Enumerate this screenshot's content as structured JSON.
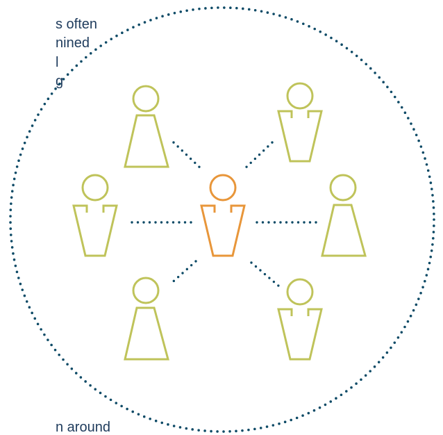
{
  "text_fragments": [
    "s often",
    "nined",
    "l",
    "g",
    "n around"
  ],
  "colors": {
    "text": "#1e3b5c",
    "dots": "#0d4a66",
    "peer_figure": "#bfc35a",
    "center_figure": "#e8963a",
    "background": "#ffffff"
  },
  "figures": [
    {
      "role": "center",
      "icon": "person-icon"
    },
    {
      "role": "peer",
      "icon": "person-icon"
    },
    {
      "role": "peer",
      "icon": "person-icon"
    },
    {
      "role": "peer",
      "icon": "person-icon"
    },
    {
      "role": "peer",
      "icon": "person-icon"
    },
    {
      "role": "peer",
      "icon": "person-icon"
    },
    {
      "role": "peer",
      "icon": "person-icon"
    }
  ]
}
